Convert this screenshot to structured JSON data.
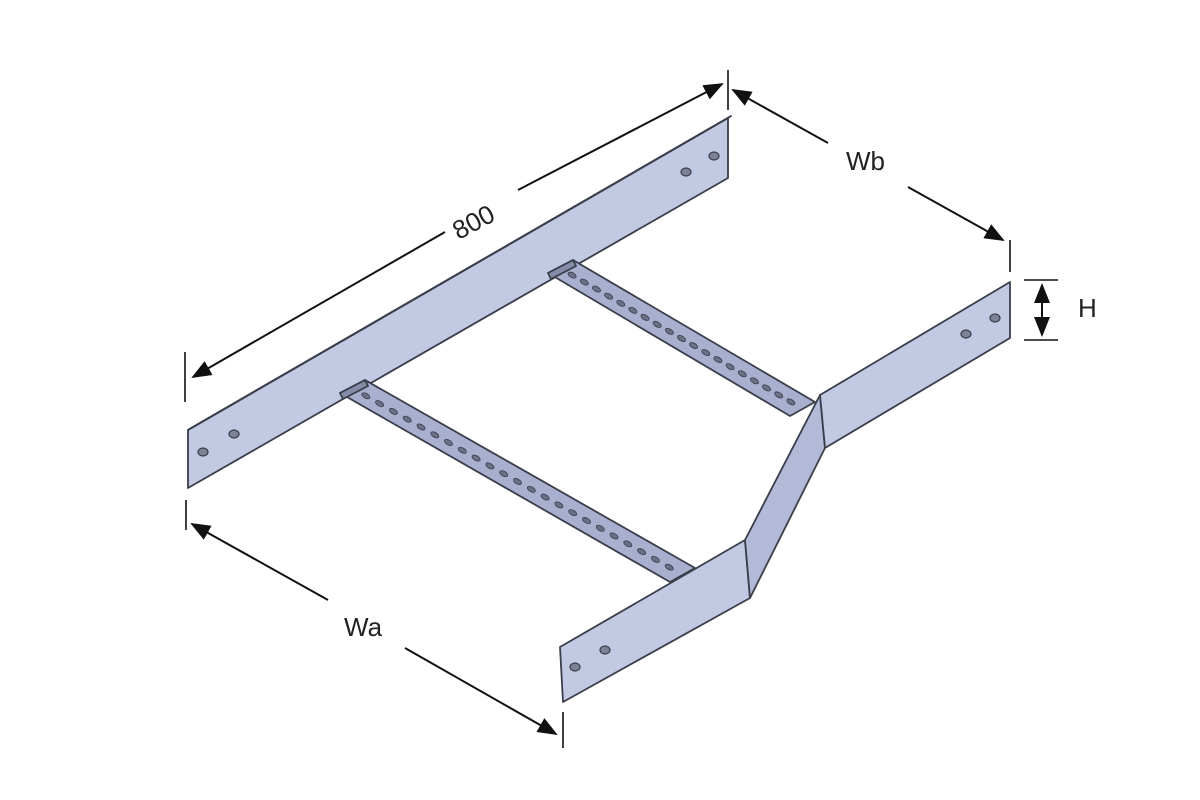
{
  "dimensions": {
    "length": "800",
    "width_a": "Wa",
    "width_b": "Wb",
    "height": "H"
  },
  "colors": {
    "rail_face": "#c2c9e3",
    "rail_top": "#dfe4f3",
    "rung_face": "#a9b0cf",
    "rung_dark": "#868ca8",
    "line": "#111111",
    "background": "#ffffff"
  }
}
